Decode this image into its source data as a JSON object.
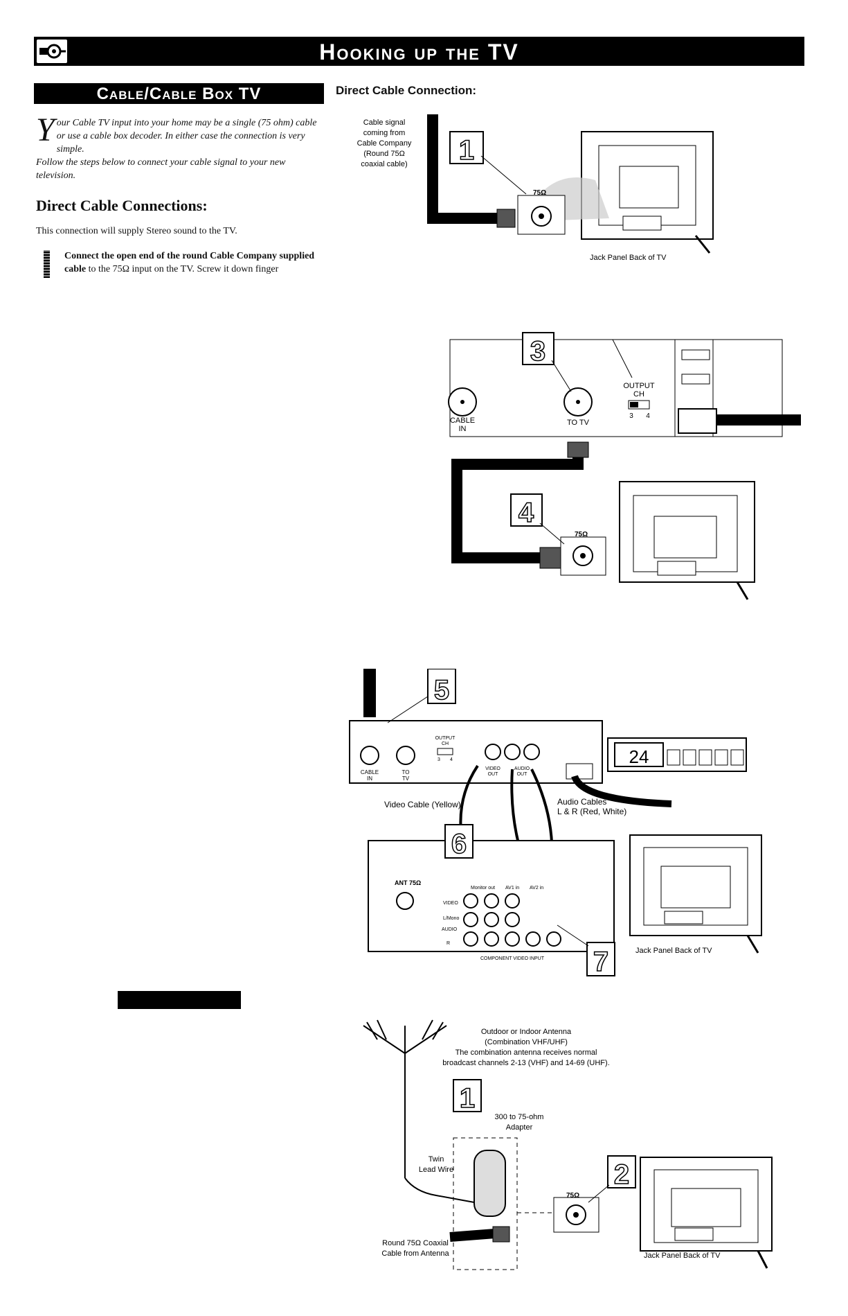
{
  "header": {
    "title": "Hooking up the TV"
  },
  "section": {
    "title": "Cable/Cable Box TV"
  },
  "right_heading": "Direct Cable Connection:",
  "intro": {
    "drop_cap": "Y",
    "text": "our Cable TV input into your home may be a single (75 ohm) cable or use a cable box decoder. In either case the connection is very simple.",
    "follow": "Follow the steps below to connect your cable signal to your new television."
  },
  "direct": {
    "heading": "Direct Cable Connections:",
    "desc": "This connection will supply Stereo sound to the TV.",
    "step1_bold": "Connect the open end of the round Cable Company supplied cable",
    "step1_rest": " to the 75Ω input on the TV. Screw it down finger"
  },
  "figure1": {
    "caption_lines": [
      "Cable signal",
      "coming from",
      "Cable Company",
      "(Round 75Ω",
      "coaxial cable)"
    ],
    "step": "1",
    "jack_label": "75Ω",
    "panel_caption": "Jack Panel Back of TV"
  },
  "figure2": {
    "step3": "3",
    "step4": "4",
    "cable_in_label": [
      "CABLE",
      "IN"
    ],
    "to_tv_label": "TO TV",
    "output_label": [
      "OUTPUT",
      "CH"
    ],
    "channel_options": [
      "3",
      "4"
    ],
    "jack_label": "75Ω"
  },
  "figure3": {
    "step5": "5",
    "step6": "6",
    "step7": "7",
    "display_value": "24",
    "box_labels": {
      "cable_in": [
        "CABLE",
        "IN"
      ],
      "to_tv": [
        "TO",
        "TV"
      ],
      "output": [
        "OUTPUT",
        "CH"
      ],
      "video_out": [
        "VIDEO",
        "OUT"
      ],
      "audio_out": [
        "AUDIO",
        "OUT"
      ],
      "ch": [
        "3",
        "4"
      ]
    },
    "video_cable_label": "Video Cable (Yellow)",
    "audio_cable_label": [
      "Audio Cables",
      "L & R (Red, White)"
    ],
    "tv_panel": {
      "ant": "ANT 75Ω",
      "monitor_out": "Monitor out",
      "av1": "AV1 in",
      "av2": "AV2 in",
      "video": "VIDEO",
      "l_mono": "L/Mono",
      "audio": "AUDIO",
      "r": "R",
      "component": "COMPONENT VIDEO INPUT"
    },
    "panel_caption": "Jack Panel Back of TV"
  },
  "figure4": {
    "antenna_caption": [
      "Outdoor or Indoor Antenna",
      "(Combination VHF/UHF)",
      "The combination antenna receives normal",
      "broadcast channels 2-13 (VHF) and 14-69 (UHF)."
    ],
    "step1": "1",
    "step2": "2",
    "adapter_caption": [
      "300 to 75-ohm",
      "Adapter"
    ],
    "twin_lead": [
      "Twin",
      "Lead Wire"
    ],
    "coax_caption": [
      "Round 75Ω Coaxial",
      "Cable from Antenna"
    ],
    "jack_label": "75Ω",
    "panel_caption": "Jack Panel Back of TV"
  }
}
